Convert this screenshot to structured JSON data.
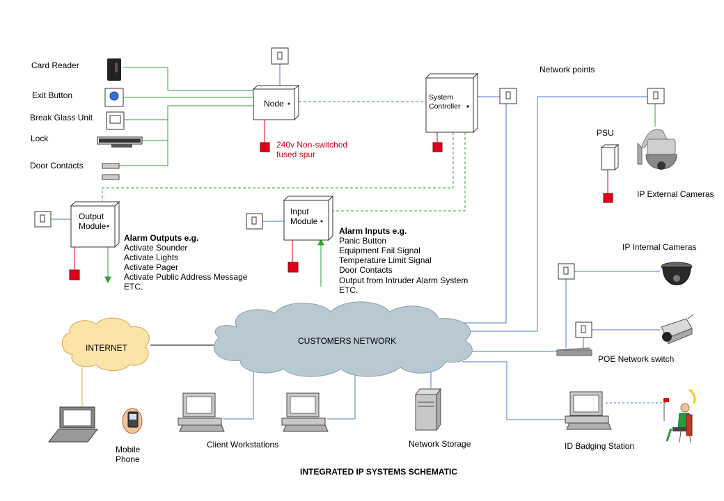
{
  "title": "INTEGRATED IP SYSTEMS SCHEMATIC",
  "colors": {
    "green_wire": "#2ea32e",
    "blue_wire": "#4a78c8",
    "red_power": "#e0001b",
    "cloud": "#b9c9d2",
    "internet_cloud": "#fde3a8"
  },
  "door": {
    "card_reader": "Card Reader",
    "exit_button": "Exit Button",
    "break_glass": "Break Glass Unit",
    "lock": "Lock",
    "door_contacts": "Door Contacts"
  },
  "node": {
    "label": "Node"
  },
  "power_spur": [
    "240v Non-switched",
    "fused spur"
  ],
  "controller": {
    "line1": "System",
    "line2": "Controller"
  },
  "network_points": "Network points",
  "psu": "PSU",
  "ip_external": "IP External Cameras",
  "ip_internal": "IP Internal Cameras",
  "poe_switch": "POE Network switch",
  "output_module": {
    "line1": "Output",
    "line2": "Module"
  },
  "input_module": {
    "line1": "Input",
    "line2": "Module"
  },
  "alarm_outputs": {
    "heading": "Alarm Outputs  e.g.",
    "items": [
      "Activate Sounder",
      "Activate Lights",
      "Activate Pager",
      "Activate Public Address Message",
      "ETC."
    ]
  },
  "alarm_inputs": {
    "heading": "Alarm Inputs  e.g.",
    "items": [
      "Panic Button",
      "Equipment Fail Signal",
      "Temperature Limit Signal",
      "Door Contacts",
      "Output from Intruder Alarm System",
      "ETC."
    ]
  },
  "internet": "INTERNET",
  "customers_network": "CUSTOMERS NETWORK",
  "mobile_phone": [
    "Mobile",
    "Phone"
  ],
  "client_workstations": "Client Workstations",
  "network_storage": "Network Storage",
  "id_badging": "ID Badging Station"
}
